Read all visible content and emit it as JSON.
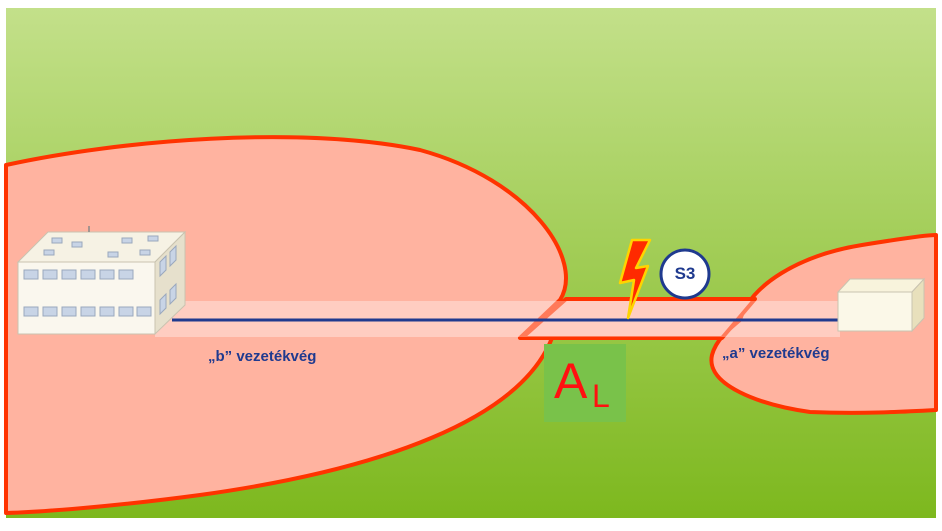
{
  "labels": {
    "b_end": "„b” vezetékvég",
    "a_end": "„a” vezetékvég",
    "area_main": "A",
    "area_sub": "L",
    "strike": "S3"
  },
  "colors": {
    "background_top": "#c3e08a",
    "background_bottom": "#7db81e",
    "zone_fill": "#ffb3a0",
    "zone_outline": "#ff3300",
    "line": "#1f3a8f",
    "area_box": "#79c24a",
    "area_text": "#ff1010",
    "lightning": "#ff2a00"
  },
  "icons": [
    "building-icon",
    "small-box-icon",
    "lightning-icon"
  ]
}
